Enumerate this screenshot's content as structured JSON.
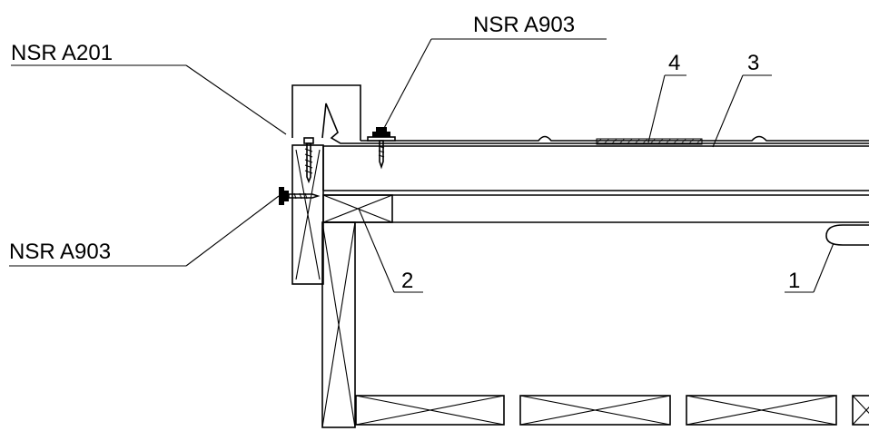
{
  "labels": {
    "top_left_callout": "NSR A201",
    "top_callout": "NSR A903",
    "left_callout": "NSR A903",
    "item_1": "1",
    "item_2": "2",
    "item_3": "3",
    "item_4": "4"
  }
}
